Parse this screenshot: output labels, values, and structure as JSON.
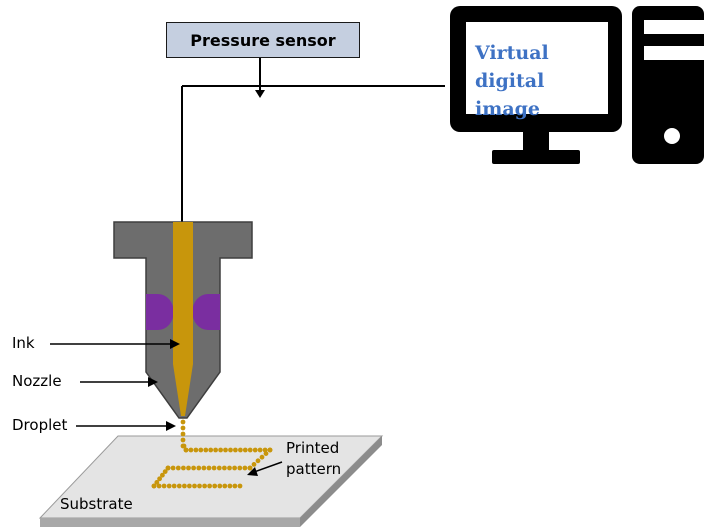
{
  "sensor": {
    "label": "Pressure sensor"
  },
  "computer": {
    "screen_line1": "Virtual",
    "screen_line2": "digital image"
  },
  "labels": {
    "ink": "Ink",
    "nozzle": "Nozzle",
    "droplet": "Droplet",
    "printed_line1": "Printed",
    "printed_line2": "pattern",
    "substrate": "Substrate"
  },
  "colors": {
    "nozzle_body": "#6d6d6d",
    "ink": "#c8960c",
    "piezo": "#7a2ea0",
    "sensor_fill": "#c5cfe0",
    "substrate_top": "#e4e4e4",
    "substrate_edge": "#8c8c8c",
    "screen_text": "#3e72c4",
    "computer": "#000000"
  }
}
